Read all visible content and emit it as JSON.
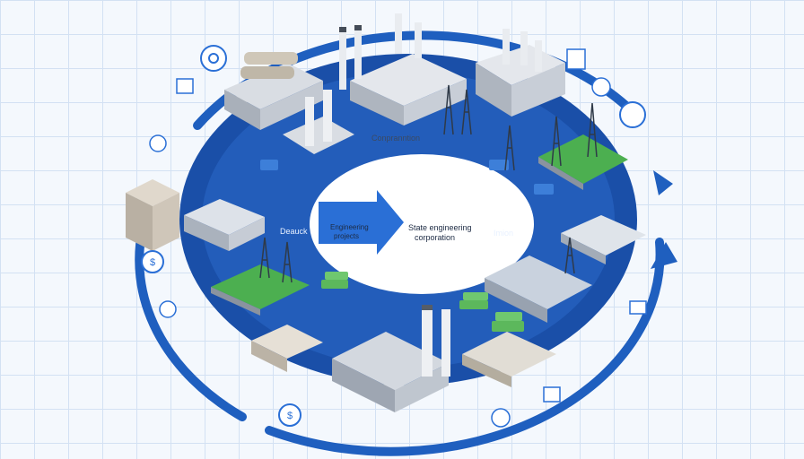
{
  "labels": {
    "top": "Conpranntion",
    "left": "Deauck",
    "arrow_line1": "Engineering",
    "arrow_line2": "projects",
    "center_line1": "State engineering",
    "center_line2": "corporation",
    "right": "Imion"
  },
  "icons": {
    "satellite": [
      "gear-icon",
      "chart-icon",
      "settings-icon",
      "dollar-icon",
      "support-icon",
      "document-icon",
      "refresh-icon",
      "pie-chart-icon",
      "star-icon",
      "report-icon"
    ]
  },
  "colors": {
    "ring_blue": "#1f5fbf",
    "ring_dark": "#1a4fa8",
    "arrow_blue": "#2a6fd6",
    "background": "#f4f8fd",
    "grass": "#4caf50",
    "money": "#5cb85c"
  }
}
